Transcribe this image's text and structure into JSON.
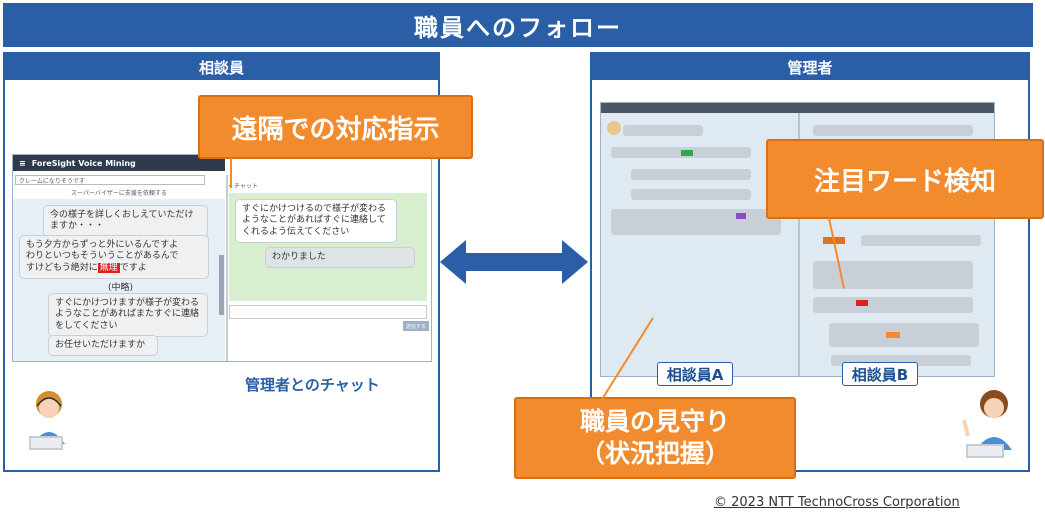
{
  "title": "職員へのフォロー",
  "left_panel": {
    "header": "相談員",
    "app_title": "ForeSight Voice Mining",
    "menu_text": "クレームになりそうです",
    "supervisor_bar": "スーパーバイザーに支援を依頼する",
    "chat_label": "チャット",
    "convo": [
      "今の様子を詳しくおしえていただけますか・・・",
      "もう夕方からずっと外にいるんですよ\nわりといつもそういうことがあるんで\nすけどもう絶対に",
      "(中略)",
      "すぐにかけつけますが様子が変わるようなことがあればまたすぐに連絡をしてください",
      "お任せいただけますか"
    ],
    "highlight_word": "無理",
    "convo_tail": "ですよ",
    "chat_msg": "すぐにかけつけるので様子が変わるようなことがあればすぐに連絡してくれるよう伝えてください",
    "chat_reply": "わかりました",
    "send_btn": "送信する",
    "caption": "管理者とのチャット"
  },
  "right_panel": {
    "header": "管理者",
    "labelA": "相談員A",
    "labelB": "相談員B"
  },
  "callouts": {
    "remote": "遠隔での対応指示",
    "keyword": "注目ワード検知",
    "monitor_l1": "職員の見守り",
    "monitor_l2": "（状況把握）"
  },
  "copyright": "© 2023 NTT TechnoCross Corporation",
  "colors": {
    "brand": "#2a5ea6",
    "accent": "#f28b2e",
    "alert": "#e02020"
  }
}
